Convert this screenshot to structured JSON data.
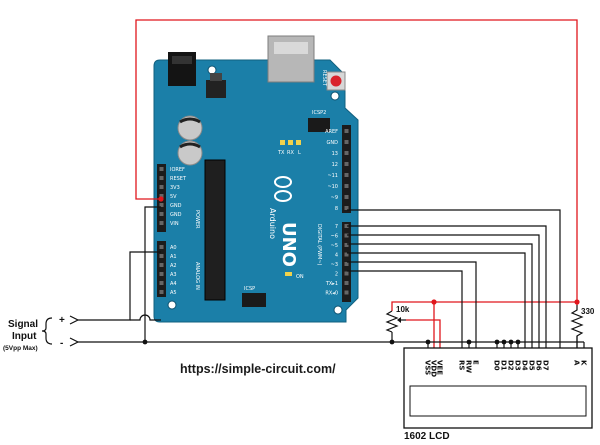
{
  "diagram": {
    "url": "https://simple-circuit.com/",
    "lcd_label": "1602 LCD",
    "signal_label_1": "Signal",
    "signal_label_2": "Input",
    "signal_note": "(5Vpp Max)",
    "signal_plus": "+",
    "signal_minus": "-",
    "pot_label": "10k",
    "resistor_label": "330",
    "lcd_pins": [
      "VSS",
      "VDD",
      "VEE",
      "RS",
      "RW",
      "E",
      "D0",
      "D1",
      "D2",
      "D3",
      "D4",
      "D5",
      "D6",
      "D7",
      "A",
      "K"
    ]
  },
  "board": {
    "logo": "UNO",
    "brand": "Arduino",
    "reset": "RESET",
    "icsp": "ICSP",
    "icsp2": "ICSP2",
    "on": "ON",
    "tx": "TX",
    "rx": "RX",
    "l": "L",
    "power_header": "POWER",
    "analog_header": "ANALOG IN",
    "digital_header": "DIGITAL (PWM~)",
    "power_pins": [
      "IOREF",
      "RESET",
      "3V3",
      "5V",
      "GND",
      "GND",
      "VIN"
    ],
    "analog_pins": [
      "A0",
      "A1",
      "A2",
      "A3",
      "A4",
      "A5"
    ],
    "digital_top": [
      "AREF",
      "GND",
      "13",
      "12",
      "~11",
      "~10",
      "~9",
      "8"
    ],
    "digital_bottom": [
      "7",
      "~6",
      "~5",
      "4",
      "~3",
      "2",
      "TX▸1",
      "RX◂0"
    ]
  },
  "colors": {
    "board": "#1b7fa8",
    "wire_red": "#e0161c",
    "wire_black": "#111111"
  }
}
